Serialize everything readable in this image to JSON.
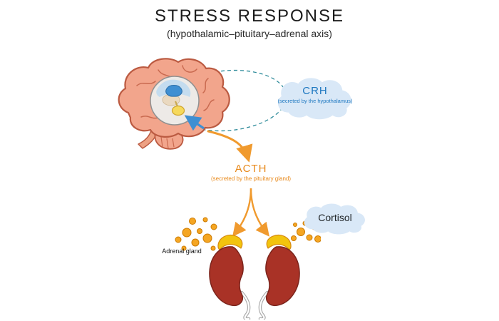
{
  "title": "STRESS RESPONSE",
  "subtitle": "(hypothalamic–pituitary–adrenal axis)",
  "crh": {
    "label": "CRH",
    "sublabel": "(secreted by the hypothalamus)"
  },
  "acth": {
    "label": "ACTH",
    "sublabel": "(secreted by the pituitary gland)"
  },
  "cortisol": {
    "label": "Cortisol"
  },
  "adrenal_gland": {
    "label": "Adrenal gland"
  },
  "colors": {
    "crh_text": "#1c77c0",
    "acth_text": "#e8891b",
    "arrow": "#f09a2e",
    "cloud": "#d9e8f7",
    "brain": "#f2a58c",
    "brain_outline": "#bb5a41",
    "hypothalamus": "#3f8fd2",
    "pituitary": "#f6d95c",
    "kidney": "#a93226",
    "adrenal": "#f2c40e",
    "cortisol_dot": "#f5a623",
    "callout_dash": "#2e8b9a"
  }
}
